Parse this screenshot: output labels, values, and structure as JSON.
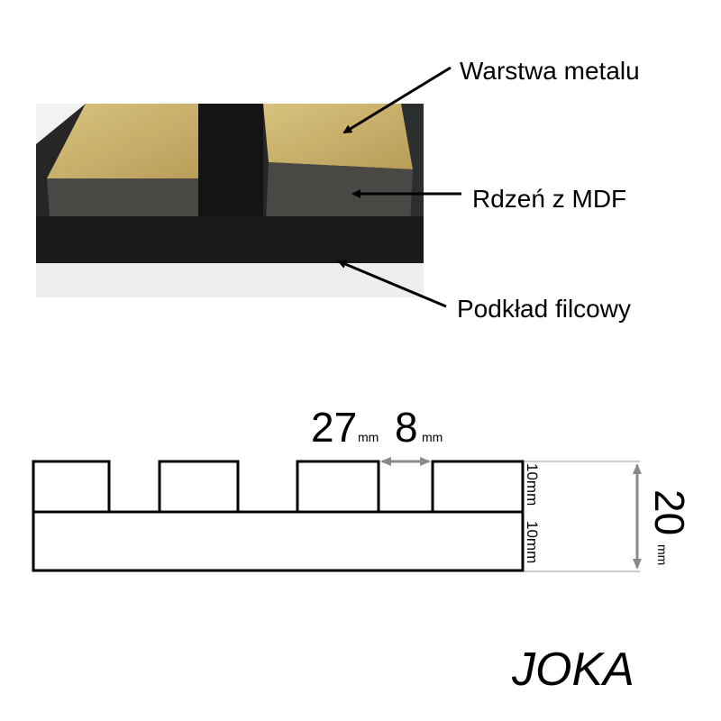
{
  "labels": {
    "metal_layer": "Warstwa metalu",
    "mdf_core": "Rdzeń z MDF",
    "felt_base": "Podkład filcowy"
  },
  "dimensions": {
    "slat_width": "27",
    "slat_width_unit": "mm",
    "gap_width": "8",
    "gap_width_unit": "mm",
    "slat_height": "10mm",
    "base_height": "10mm",
    "total_height": "20",
    "total_height_unit": "mm"
  },
  "brand": "JOKA",
  "colors": {
    "gold": "#c9b06a",
    "mdf": "#4a4845",
    "felt": "#1a1a1a",
    "dim_gray": "#8a8a8a"
  }
}
